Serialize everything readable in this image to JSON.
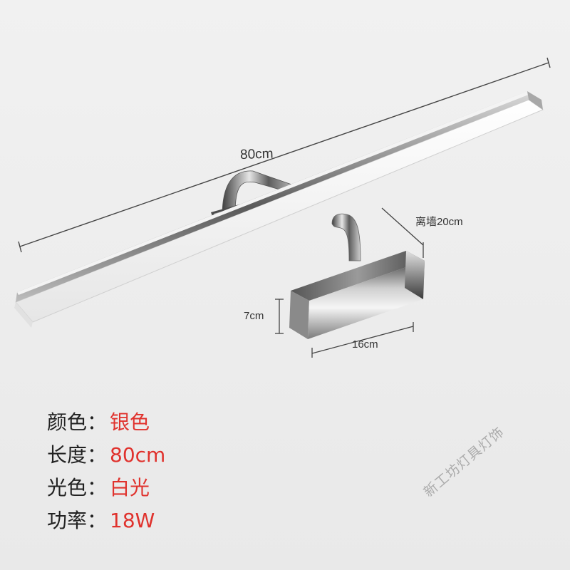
{
  "dimensions": {
    "length": "80cm",
    "wall_distance": "离墙20cm",
    "height": "7cm",
    "width": "16cm"
  },
  "specs": [
    {
      "label": "颜色",
      "colon": "：",
      "value": "银色"
    },
    {
      "label": "长度",
      "colon": "：",
      "value": "80cm"
    },
    {
      "label": "光色",
      "colon": "：",
      "value": "白光"
    },
    {
      "label": "功率",
      "colon": "：",
      "value": "18W"
    }
  ],
  "watermark": "新工坊灯具灯饰",
  "colors": {
    "value_red": "#e0322d",
    "label_dark": "#222222",
    "background": "#eeeeee"
  }
}
